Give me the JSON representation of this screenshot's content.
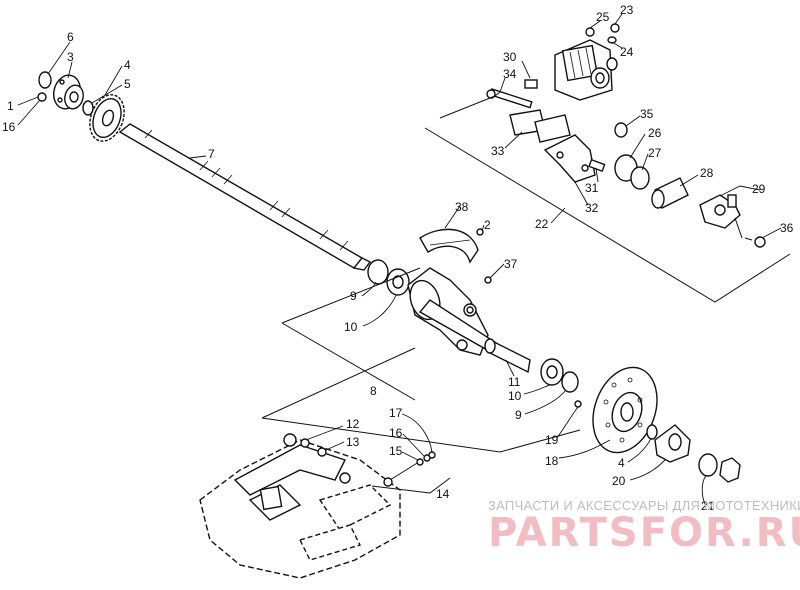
{
  "callouts": [
    {
      "id": "c1",
      "label": "1"
    },
    {
      "id": "c16a",
      "label": "16"
    },
    {
      "id": "c6",
      "label": "6"
    },
    {
      "id": "c3",
      "label": "3"
    },
    {
      "id": "c4a",
      "label": "4"
    },
    {
      "id": "c5",
      "label": "5"
    },
    {
      "id": "c7",
      "label": "7"
    },
    {
      "id": "c25",
      "label": "25"
    },
    {
      "id": "c23",
      "label": "23"
    },
    {
      "id": "c24",
      "label": "24"
    },
    {
      "id": "c30",
      "label": "30"
    },
    {
      "id": "c34",
      "label": "34"
    },
    {
      "id": "c33",
      "label": "33"
    },
    {
      "id": "c35",
      "label": "35"
    },
    {
      "id": "c26",
      "label": "26"
    },
    {
      "id": "c27",
      "label": "27"
    },
    {
      "id": "c28",
      "label": "28"
    },
    {
      "id": "c29",
      "label": "29"
    },
    {
      "id": "c31",
      "label": "31"
    },
    {
      "id": "c32",
      "label": "32"
    },
    {
      "id": "c22",
      "label": "22"
    },
    {
      "id": "c36",
      "label": "36"
    },
    {
      "id": "c38",
      "label": "38"
    },
    {
      "id": "c2",
      "label": "2"
    },
    {
      "id": "c37",
      "label": "37"
    },
    {
      "id": "c9a",
      "label": "9"
    },
    {
      "id": "c10a",
      "label": "10"
    },
    {
      "id": "c8",
      "label": "8"
    },
    {
      "id": "c11",
      "label": "11"
    },
    {
      "id": "c10b",
      "label": "10"
    },
    {
      "id": "c9b",
      "label": "9"
    },
    {
      "id": "c19",
      "label": "19"
    },
    {
      "id": "c18",
      "label": "18"
    },
    {
      "id": "c4b",
      "label": "4"
    },
    {
      "id": "c20",
      "label": "20"
    },
    {
      "id": "c21",
      "label": "21"
    },
    {
      "id": "c12",
      "label": "12"
    },
    {
      "id": "c13",
      "label": "13"
    },
    {
      "id": "c17",
      "label": "17"
    },
    {
      "id": "c16b",
      "label": "16"
    },
    {
      "id": "c15",
      "label": "15"
    },
    {
      "id": "c14",
      "label": "14"
    }
  ],
  "watermark": {
    "subtitle": "ЗАПЧАСТИ И АКСЕССУАРЫ ДЛЯ МОТОТЕХНИКИ",
    "brand": "PARTSFOR.RU"
  }
}
